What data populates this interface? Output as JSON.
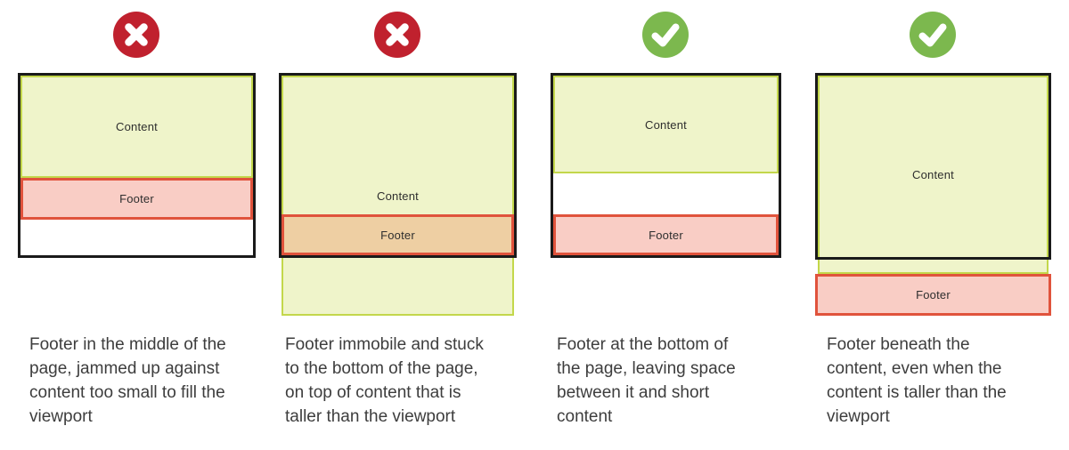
{
  "figure": {
    "description": "Four-panel diagram comparing footer placement patterns relative to page content and viewport",
    "background": "#ffffff"
  },
  "colors": {
    "bad_icon": "#c0212e",
    "good_icon": "#7cb84e",
    "viewport_border": "#1a1a1a",
    "content_fill": "#eff4ca",
    "content_border": "#c3d74b",
    "footer_fill": "#f9cdc5",
    "footer_fill_overlap": "#eecfa3",
    "footer_border": "#e0533c",
    "caption_text": "#3d3d3d"
  },
  "panels": [
    {
      "verdict": "bad",
      "icon": "x-icon",
      "content_label": "Content",
      "footer_label": "Footer",
      "caption": "Footer in the middle of the\npage, jammed up against\ncontent too small to fill the\nviewport"
    },
    {
      "verdict": "bad",
      "icon": "x-icon",
      "content_label": "Content",
      "footer_label": "Footer",
      "caption": "Footer immobile and stuck\nto the bottom of the page,\non top of content that is\ntaller than the viewport"
    },
    {
      "verdict": "good",
      "icon": "check-icon",
      "content_label": "Content",
      "footer_label": "Footer",
      "caption": "Footer at the bottom of\nthe page, leaving space\nbetween it and short\ncontent"
    },
    {
      "verdict": "good",
      "icon": "check-icon",
      "content_label": "Content",
      "footer_label": "Footer",
      "caption": "Footer beneath the\ncontent, even when the\ncontent is taller than the\nviewport"
    }
  ]
}
